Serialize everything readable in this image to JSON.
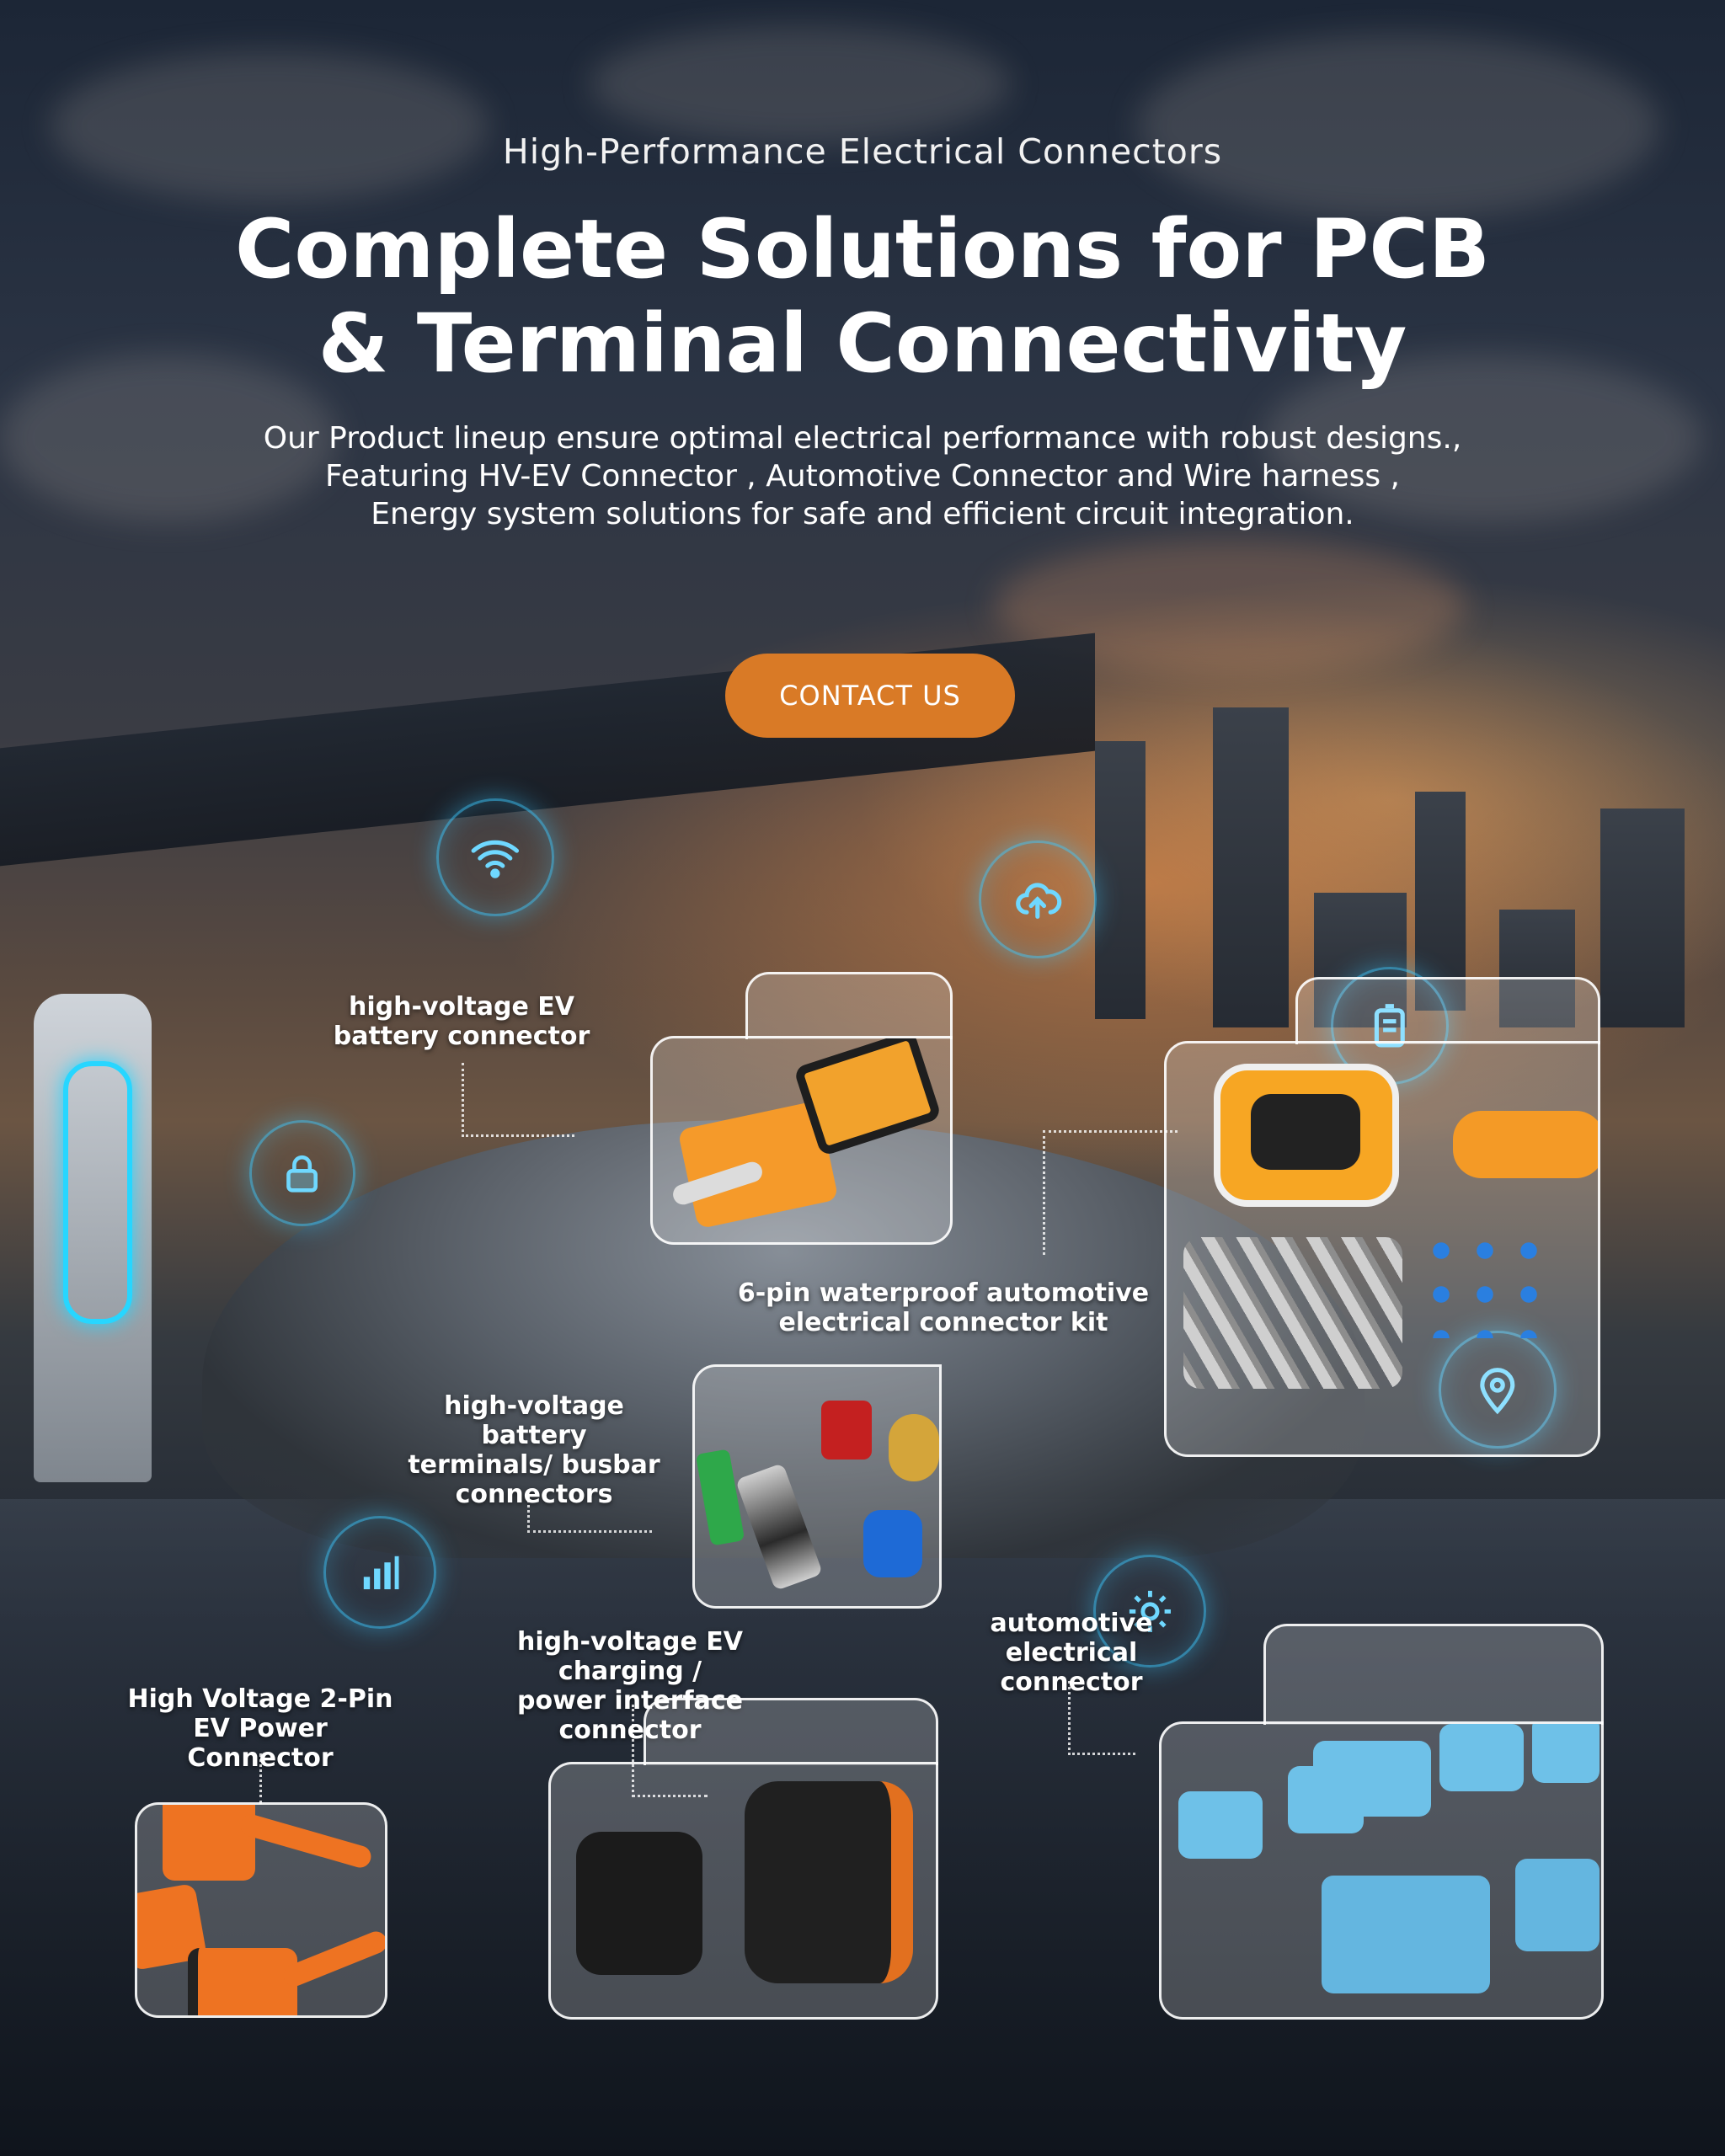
{
  "hero": {
    "eyebrow": "High-Performance Electrical Connectors",
    "title_line1": "Complete Solutions for PCB",
    "title_line2": "& Terminal Connectivity",
    "lead_line1": "Our Product lineup ensure optimal electrical performance with robust designs.,",
    "lead_line2": "Featuring HV-EV Connector , Automotive Connector and Wire harness ,",
    "lead_line3": "Energy system solutions for safe and efficient circuit integration.",
    "cta_label": "CONTACT US"
  },
  "products": [
    {
      "line1": "high-voltage EV",
      "line2": "battery connector",
      "line3": ""
    },
    {
      "line1": "6-pin waterproof automotive",
      "line2": "electrical connector kit",
      "line3": ""
    },
    {
      "line1": "high-voltage battery",
      "line2": "terminals/ busbar",
      "line3": "connectors"
    },
    {
      "line1": "high-voltage EV charging /",
      "line2": "power interface connector",
      "line3": ""
    },
    {
      "line1": "automotive electrical",
      "line2": "connector",
      "line3": ""
    },
    {
      "line1": "High Voltage 2-Pin",
      "line2": "EV Power Connector",
      "line3": ""
    }
  ],
  "icons": [
    "wifi-icon",
    "cloud-upload-icon",
    "lock-icon",
    "bar-chart-icon",
    "battery-icon",
    "gear-icon",
    "location-pin-icon"
  ],
  "colors": {
    "accent": "#d97a26",
    "glow": "#27d6ff",
    "orange_part": "#f08a24",
    "blue_part": "#6ec1e8"
  }
}
